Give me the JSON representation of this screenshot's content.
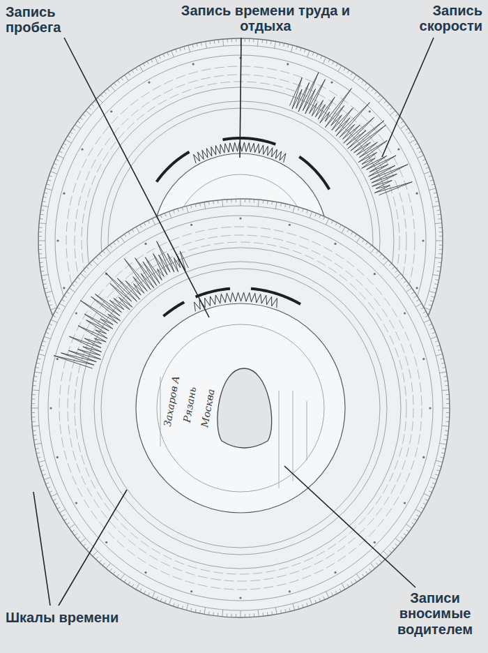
{
  "diagram": {
    "labels": [
      "Запись пробега",
      "Запись времени труда и отдыха",
      "Запись скорости",
      "Шкалы времени",
      "Записи вносимые водителем",
      "Захаров А",
      "Рязань",
      "Москва"
    ]
  }
}
